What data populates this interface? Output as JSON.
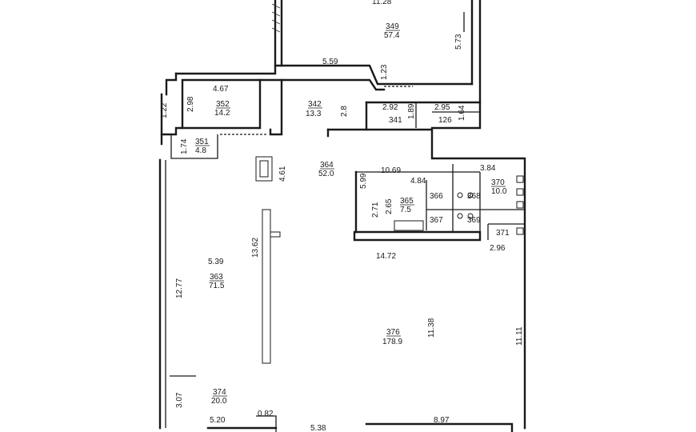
{
  "rooms": {
    "r349": {
      "number": "349",
      "area": "57.4"
    },
    "r352": {
      "number": "352",
      "area": "14.2"
    },
    "r342": {
      "number": "342",
      "area": "13.3"
    },
    "r341": {
      "number": "341"
    },
    "r126": {
      "number": "126"
    },
    "r351": {
      "number": "351",
      "area": "4.8"
    },
    "r364": {
      "number": "364",
      "area": "52.0"
    },
    "r365": {
      "number": "365",
      "area": "7.5"
    },
    "r366": {
      "number": "366"
    },
    "r367": {
      "number": "367"
    },
    "r368": {
      "number": "368"
    },
    "r369": {
      "number": "369"
    },
    "r370": {
      "number": "370",
      "area": "10.0"
    },
    "r371": {
      "number": "371"
    },
    "r363": {
      "number": "363",
      "area": "71.5"
    },
    "r376": {
      "number": "376",
      "area": "178.9"
    },
    "r374": {
      "number": "374",
      "area": "20.0"
    }
  },
  "dimensions": {
    "d_11_28": "11.28",
    "d_5_73": "5.73",
    "d_5_59": "5.59",
    "d_1_23": "1.23",
    "d_4_67": "4.67",
    "d_2_98": "2.98",
    "d_1_22": "1.22",
    "d_2_8": "2.8",
    "d_2_92": "2.92",
    "d_1_89": "1.89",
    "d_2_95": "2.95",
    "d_1_64": "1.64",
    "d_1_74": "1.74",
    "d_4_61": "4.61",
    "d_10_69": "10.69",
    "d_5_99": "5.99",
    "d_4_84": "4.84",
    "d_3_84": "3.84",
    "d_2_71": "2.71",
    "d_2_65": "2.65",
    "d_2_96": "2.96",
    "d_14_72": "14.72",
    "d_5_39": "5.39",
    "d_13_62": "13.62",
    "d_12_77": "12.77",
    "d_11_38": "11.38",
    "d_11_11": "11.11",
    "d_3_07": "3.07",
    "d_5_20": "5.20",
    "d_0_82": "0.82",
    "d_5_38": "5.38",
    "d_8_97": "8.97"
  }
}
